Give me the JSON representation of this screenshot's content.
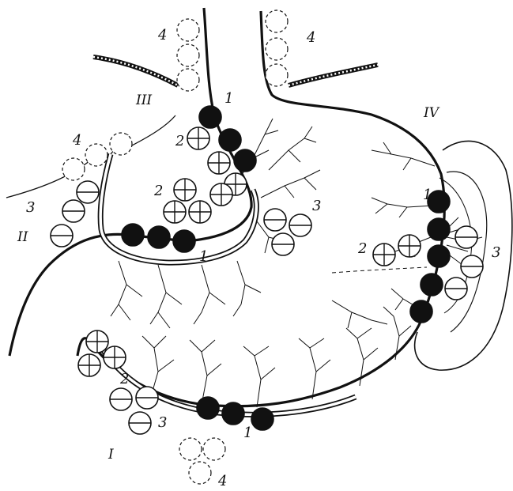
{
  "figure": {
    "background": "#ffffff",
    "ink": "#111111",
    "labels": {
      "roman_I": "I",
      "roman_II": "II",
      "roman_III": "III",
      "roman_IV": "IV",
      "num_1_top": "1",
      "num_1_lesser": "1",
      "num_1_right": "1",
      "num_1_bottom": "1",
      "num_2_top": "2",
      "num_2_mid": "2",
      "num_2_right": "2",
      "num_2_bottom": "2",
      "num_3_left": "3",
      "num_3_center": "3",
      "num_3_right": "3",
      "num_3_bottom": "3",
      "num_4_topleft": "4",
      "num_4_topright": "4",
      "num_4_left": "4",
      "num_4_bottom": "4"
    },
    "node_types": {
      "1": "solid",
      "2": "crossed",
      "3": "barred",
      "4": "dashed"
    }
  }
}
